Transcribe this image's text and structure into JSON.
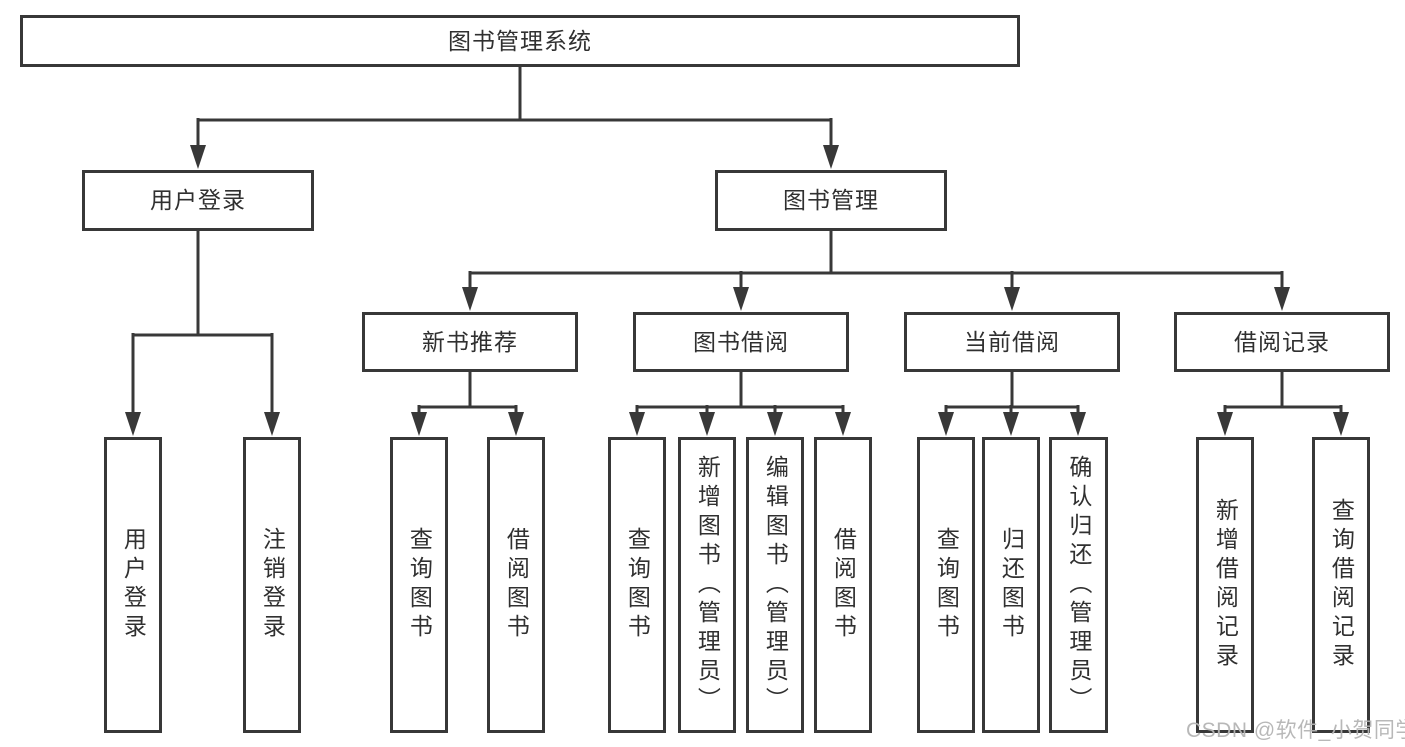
{
  "diagram": {
    "root": {
      "label": "图书管理系统"
    },
    "level2": [
      {
        "id": "user-login",
        "label": "用户登录",
        "children": [
          {
            "label": "用户登录"
          },
          {
            "label": "注销登录"
          }
        ]
      },
      {
        "id": "book-management",
        "label": "图书管理",
        "children": [
          {
            "id": "new-book-recommend",
            "label": "新书推荐",
            "children": [
              {
                "label": "查询图书"
              },
              {
                "label": "借阅图书"
              }
            ]
          },
          {
            "id": "book-borrow",
            "label": "图书借阅",
            "children": [
              {
                "label": "查询图书"
              },
              {
                "label": "新增图书（管理员）"
              },
              {
                "label": "编辑图书（管理员）"
              },
              {
                "label": "借阅图书"
              }
            ]
          },
          {
            "id": "current-borrow",
            "label": "当前借阅",
            "children": [
              {
                "label": "查询图书"
              },
              {
                "label": "归还图书"
              },
              {
                "label": "确认归还（管理员）"
              }
            ]
          },
          {
            "id": "borrow-records",
            "label": "借阅记录",
            "children": [
              {
                "label": "新增借阅记录"
              },
              {
                "label": "查询借阅记录"
              }
            ]
          }
        ]
      }
    ]
  },
  "watermark": {
    "text": "CSDN @软件_小贺同学"
  },
  "colors": {
    "line": "#383838",
    "text": "#303030",
    "background": "#ffffff",
    "watermark": "#b5b5b5"
  }
}
